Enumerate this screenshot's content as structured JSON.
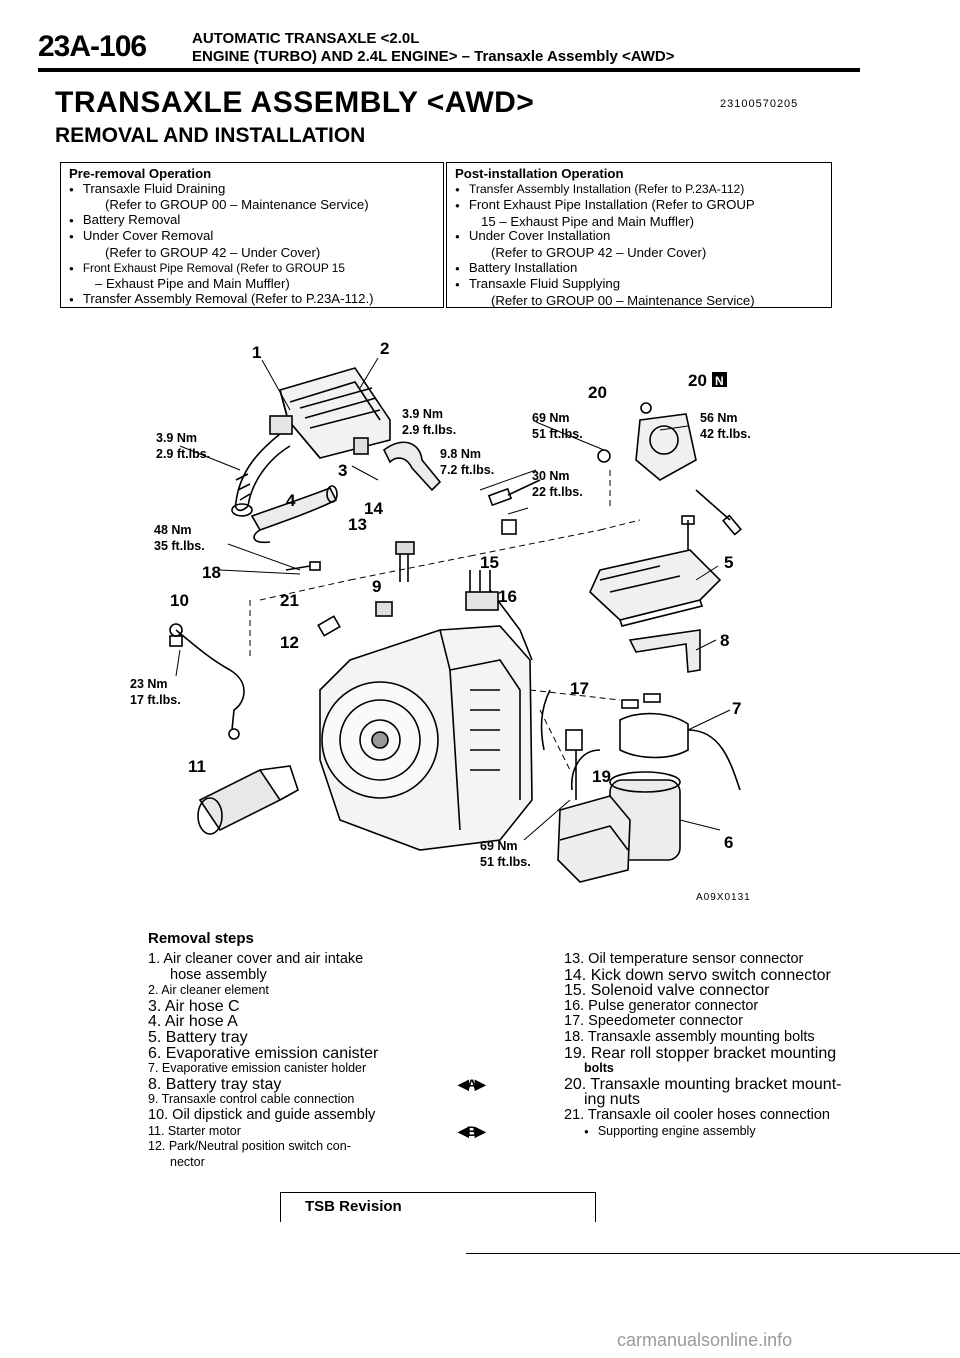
{
  "header": {
    "page_number": "23A-106",
    "line1": "AUTOMATIC TRANSAXLE <2.0L",
    "line2": "ENGINE (TURBO) AND 2.4L ENGINE> – Transaxle Assembly <AWD>"
  },
  "title": "TRANSAXLE ASSEMBLY <AWD>",
  "doc_code": "23100570205",
  "subtitle": "REMOVAL AND INSTALLATION",
  "pre_removal": {
    "heading": "Pre-removal Operation",
    "lines": [
      "Transaxle Fluid Draining",
      "(Refer to GROUP 00 – Maintenance Service)",
      "Battery Removal",
      "Under Cover Removal",
      "(Refer to GROUP 42 – Under Cover)",
      "Front Exhaust Pipe Removal (Refer to GROUP 15",
      "– Exhaust Pipe and Main Muffler)",
      "Transfer Assembly Removal (Refer to P.23A-112.)"
    ]
  },
  "post_installation": {
    "heading": "Post-installation Operation",
    "lines": [
      "Transfer Assembly Installation (Refer to P.23A-112)",
      "Front Exhaust Pipe Installation (Refer to GROUP",
      "15 – Exhaust Pipe and Main Muffler)",
      "Under Cover Installation",
      "(Refer to GROUP 42 – Under Cover)",
      "Battery Installation",
      "Transaxle Fluid Supplying",
      "(Refer to GROUP 00 – Maintenance Service)"
    ]
  },
  "diagram": {
    "callouts": [
      "1",
      "2",
      "3",
      "4",
      "5",
      "6",
      "7",
      "8",
      "9",
      "10",
      "11",
      "12",
      "13",
      "14",
      "15",
      "16",
      "17",
      "18",
      "19",
      "20",
      "20",
      "21"
    ],
    "n_badge": "N",
    "torques": [
      {
        "nm": "3.9 Nm",
        "ft": "2.9 ft.lbs."
      },
      {
        "nm": "3.9 Nm",
        "ft": "2.9 ft.lbs."
      },
      {
        "nm": "9.8 Nm",
        "ft": "7.2 ft.lbs."
      },
      {
        "nm": "69 Nm",
        "ft": "51 ft.lbs."
      },
      {
        "nm": "56 Nm",
        "ft": "42 ft.lbs."
      },
      {
        "nm": "30 Nm",
        "ft": "22 ft.lbs."
      },
      {
        "nm": "48 Nm",
        "ft": "35 ft.lbs."
      },
      {
        "nm": "23 Nm",
        "ft": "17 ft.lbs."
      },
      {
        "nm": "69 Nm",
        "ft": "51 ft.lbs."
      }
    ],
    "figure_code": "A09X0131"
  },
  "removal_steps": {
    "heading": "Removal steps",
    "left": [
      "1. Air cleaner cover and air intake",
      "hose assembly",
      "2. Air cleaner element",
      "3. Air hose C",
      "4. Air hose A",
      "5. Battery tray",
      "6. Evaporative emission canister",
      "7. Evaporative emission canister holder",
      "8. Battery tray stay",
      "9. Transaxle control cable connection",
      "10. Oil dipstick and guide assembly",
      "11. Starter motor",
      "12. Park/Neutral position switch con-",
      "nector"
    ],
    "signs": [
      "◀A▶",
      "◀B▶"
    ],
    "right": [
      "13. Oil temperature sensor connector",
      "14. Kick down servo switch connector",
      "15. Solenoid valve connector",
      "16. Pulse generator connector",
      "17. Speedometer connector",
      "18. Transaxle assembly mounting bolts",
      "19. Rear roll stopper bracket mounting",
      "bolts",
      "20. Transaxle mounting bracket mount-",
      "ing nuts",
      "21. Transaxle oil cooler hoses connection",
      "Supporting engine assembly"
    ]
  },
  "footer": {
    "tsb": "TSB Revision",
    "watermark": "carmanualsonline.info"
  }
}
